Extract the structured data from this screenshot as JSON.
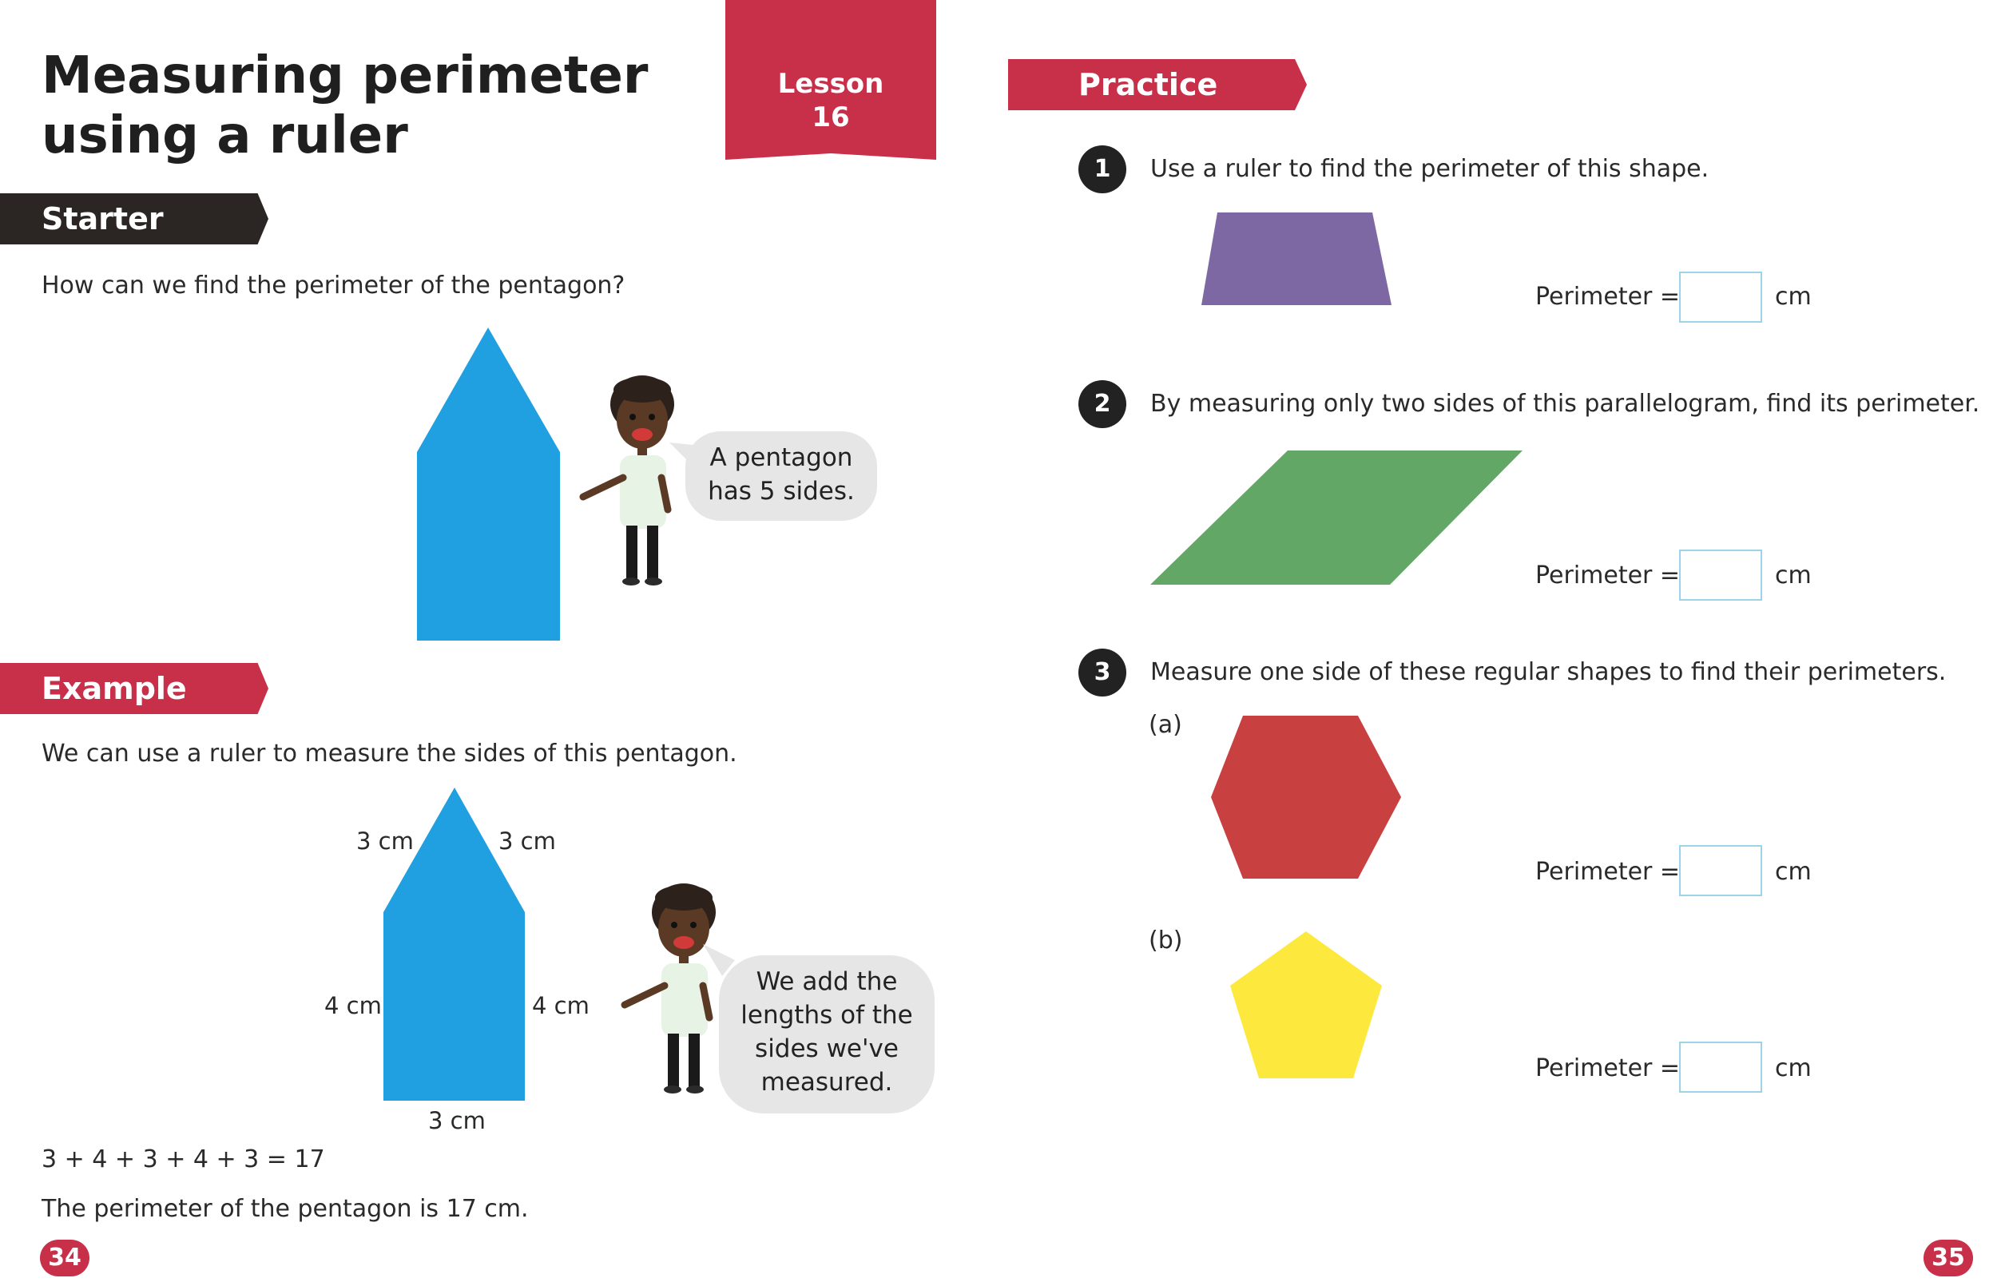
{
  "title": {
    "line1": "Measuring perimeter",
    "line2": "using a ruler"
  },
  "lesson": {
    "label": "Lesson",
    "number": "16"
  },
  "starter": {
    "heading": "Starter",
    "question": "How can we find the perimeter of the pentagon?",
    "speech": {
      "line1": "A pentagon",
      "line2": "has 5 sides."
    }
  },
  "example": {
    "heading": "Example",
    "intro": "We can use a ruler to measure the sides of this pentagon.",
    "labels": {
      "top_left": "3 cm",
      "top_right": "3 cm",
      "left": "4 cm",
      "right": "4 cm",
      "bottom": "3 cm"
    },
    "speech": {
      "line1": "We add the",
      "line2": "lengths of the",
      "line3": "sides we've",
      "line4": "measured."
    },
    "equation": "3 + 4 + 3 + 4 + 3 = 17",
    "conclusion": "The perimeter of the pentagon is 17 cm."
  },
  "practice": {
    "heading": "Practice",
    "q1": {
      "num": "1",
      "text": "Use a ruler to find the perimeter of this shape."
    },
    "q2": {
      "num": "2",
      "text": "By measuring only two sides of this parallelogram, find its perimeter."
    },
    "q3": {
      "num": "3",
      "text": "Measure one side of these regular shapes to find their perimeters.",
      "part_a": "(a)",
      "part_b": "(b)"
    },
    "perimeter_label": "Perimeter =",
    "unit": "cm"
  },
  "colors": {
    "accent_red": "#c8304a",
    "starter_dark": "#2b2624",
    "pentagon_blue": "#20a0e0",
    "trapezoid_purple": "#7e68a4",
    "parallelogram_green": "#62a765",
    "hexagon_red": "#c94040",
    "pentagon_yellow": "#fde93d"
  },
  "page_numbers": {
    "left": "34",
    "right": "35"
  }
}
